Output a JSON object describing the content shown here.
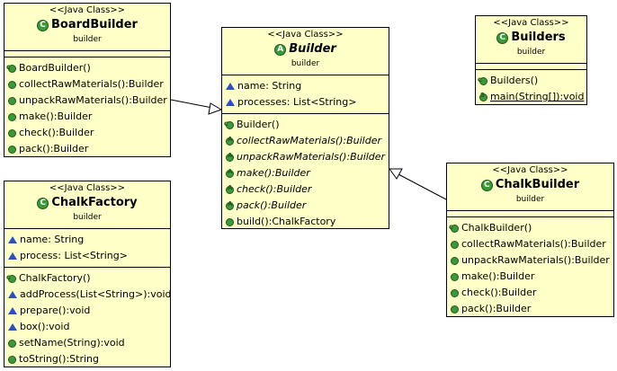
{
  "classes": {
    "board_builder": {
      "stereotype": "<<Java Class>>",
      "name": "BoardBuilder",
      "package": "builder",
      "methods": [
        "BoardBuilder()",
        "collectRawMaterials():Builder",
        "unpackRawMaterials():Builder",
        "make():Builder",
        "check():Builder",
        "pack():Builder"
      ]
    },
    "builder": {
      "stereotype": "<<Java Class>>",
      "name": "Builder",
      "package": "builder",
      "fields": [
        "name: String",
        "processes: List<String>"
      ],
      "methods": [
        "Builder()",
        "collectRawMaterials():Builder",
        "unpackRawMaterials():Builder",
        "make():Builder",
        "check():Builder",
        "pack():Builder",
        "build():ChalkFactory"
      ]
    },
    "builders": {
      "stereotype": "<<Java Class>>",
      "name": "Builders",
      "package": "builder",
      "methods": [
        "Builders()",
        "main(String[]):void"
      ]
    },
    "chalk_factory": {
      "stereotype": "<<Java Class>>",
      "name": "ChalkFactory",
      "package": "builder",
      "fields": [
        "name: String",
        "process: List<String>"
      ],
      "methods": [
        "ChalkFactory()",
        "addProcess(List<String>):void",
        "prepare():void",
        "box():void",
        "setName(String):void",
        "toString():String"
      ]
    },
    "chalk_builder": {
      "stereotype": "<<Java Class>>",
      "name": "ChalkBuilder",
      "package": "builder",
      "methods": [
        "ChalkBuilder()",
        "collectRawMaterials():Builder",
        "unpackRawMaterials():Builder",
        "make():Builder",
        "check():Builder",
        "pack():Builder"
      ]
    }
  },
  "colors": {
    "class_fill": "#ffffc8",
    "icon_green": "#3a9a3a",
    "field_blue": "#2a50c8"
  }
}
